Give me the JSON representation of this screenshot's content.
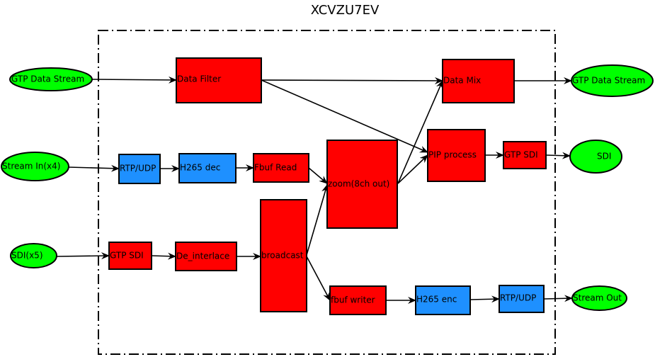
{
  "title": "XCVZU7EV",
  "colors": {
    "io": "#00ff00",
    "process": "#ff0000",
    "network": "#1e90ff",
    "stroke": "#000000",
    "background": "#ffffff"
  },
  "nodes": [
    {
      "id": "gtp-in",
      "label": "GTP Data Stream",
      "kind": "io",
      "shape": "ellipse"
    },
    {
      "id": "stream-in",
      "label": "Stream In(x4)",
      "kind": "io",
      "shape": "ellipse"
    },
    {
      "id": "sdi-in",
      "label": "SDI(x5)",
      "kind": "io",
      "shape": "ellipse"
    },
    {
      "id": "data-filter",
      "label": "Data Filter",
      "kind": "process",
      "shape": "rect"
    },
    {
      "id": "rtp-udp-in",
      "label": "RTP/UDP",
      "kind": "network",
      "shape": "rect"
    },
    {
      "id": "h265-dec",
      "label": "H265 dec",
      "kind": "network",
      "shape": "rect"
    },
    {
      "id": "fbuf-read",
      "label": "Fbuf Read",
      "kind": "process",
      "shape": "rect"
    },
    {
      "id": "gtp-sdi-in",
      "label": "GTP SDI",
      "kind": "process",
      "shape": "rect"
    },
    {
      "id": "de-interlace",
      "label": "De_interlace",
      "kind": "process",
      "shape": "rect"
    },
    {
      "id": "broadcast",
      "label": "broadcast",
      "kind": "process",
      "shape": "rect"
    },
    {
      "id": "zoom",
      "label": "zoom(8ch out)",
      "kind": "process",
      "shape": "rect"
    },
    {
      "id": "fbuf-writer",
      "label": "fbuf writer",
      "kind": "process",
      "shape": "rect"
    },
    {
      "id": "h265-enc",
      "label": "H265 enc",
      "kind": "network",
      "shape": "rect"
    },
    {
      "id": "rtp-udp-out",
      "label": "RTP/UDP",
      "kind": "network",
      "shape": "rect"
    },
    {
      "id": "data-mix",
      "label": "Data Mix",
      "kind": "process",
      "shape": "rect"
    },
    {
      "id": "pip-process",
      "label": "PIP process",
      "kind": "process",
      "shape": "rect"
    },
    {
      "id": "gtp-sdi-out",
      "label": "GTP SDI",
      "kind": "process",
      "shape": "rect"
    },
    {
      "id": "gtp-out",
      "label": "GTP Data Stream",
      "kind": "io",
      "shape": "ellipse"
    },
    {
      "id": "sdi-out",
      "label": "SDI",
      "kind": "io",
      "shape": "ellipse"
    },
    {
      "id": "stream-out",
      "label": "Stream Out",
      "kind": "io",
      "shape": "ellipse"
    }
  ],
  "edges": [
    {
      "from": "gtp-in",
      "to": "data-filter"
    },
    {
      "from": "data-filter",
      "to": "data-mix"
    },
    {
      "from": "data-filter",
      "to": "pip-process"
    },
    {
      "from": "data-mix",
      "to": "gtp-out"
    },
    {
      "from": "stream-in",
      "to": "rtp-udp-in"
    },
    {
      "from": "rtp-udp-in",
      "to": "h265-dec"
    },
    {
      "from": "h265-dec",
      "to": "fbuf-read"
    },
    {
      "from": "fbuf-read",
      "to": "zoom"
    },
    {
      "from": "zoom",
      "to": "data-mix"
    },
    {
      "from": "zoom",
      "to": "pip-process"
    },
    {
      "from": "pip-process",
      "to": "gtp-sdi-out"
    },
    {
      "from": "gtp-sdi-out",
      "to": "sdi-out"
    },
    {
      "from": "sdi-in",
      "to": "gtp-sdi-in"
    },
    {
      "from": "gtp-sdi-in",
      "to": "de-interlace"
    },
    {
      "from": "de-interlace",
      "to": "broadcast"
    },
    {
      "from": "broadcast",
      "to": "zoom"
    },
    {
      "from": "broadcast",
      "to": "fbuf-writer"
    },
    {
      "from": "fbuf-writer",
      "to": "h265-enc"
    },
    {
      "from": "h265-enc",
      "to": "rtp-udp-out"
    },
    {
      "from": "rtp-udp-out",
      "to": "stream-out"
    }
  ]
}
